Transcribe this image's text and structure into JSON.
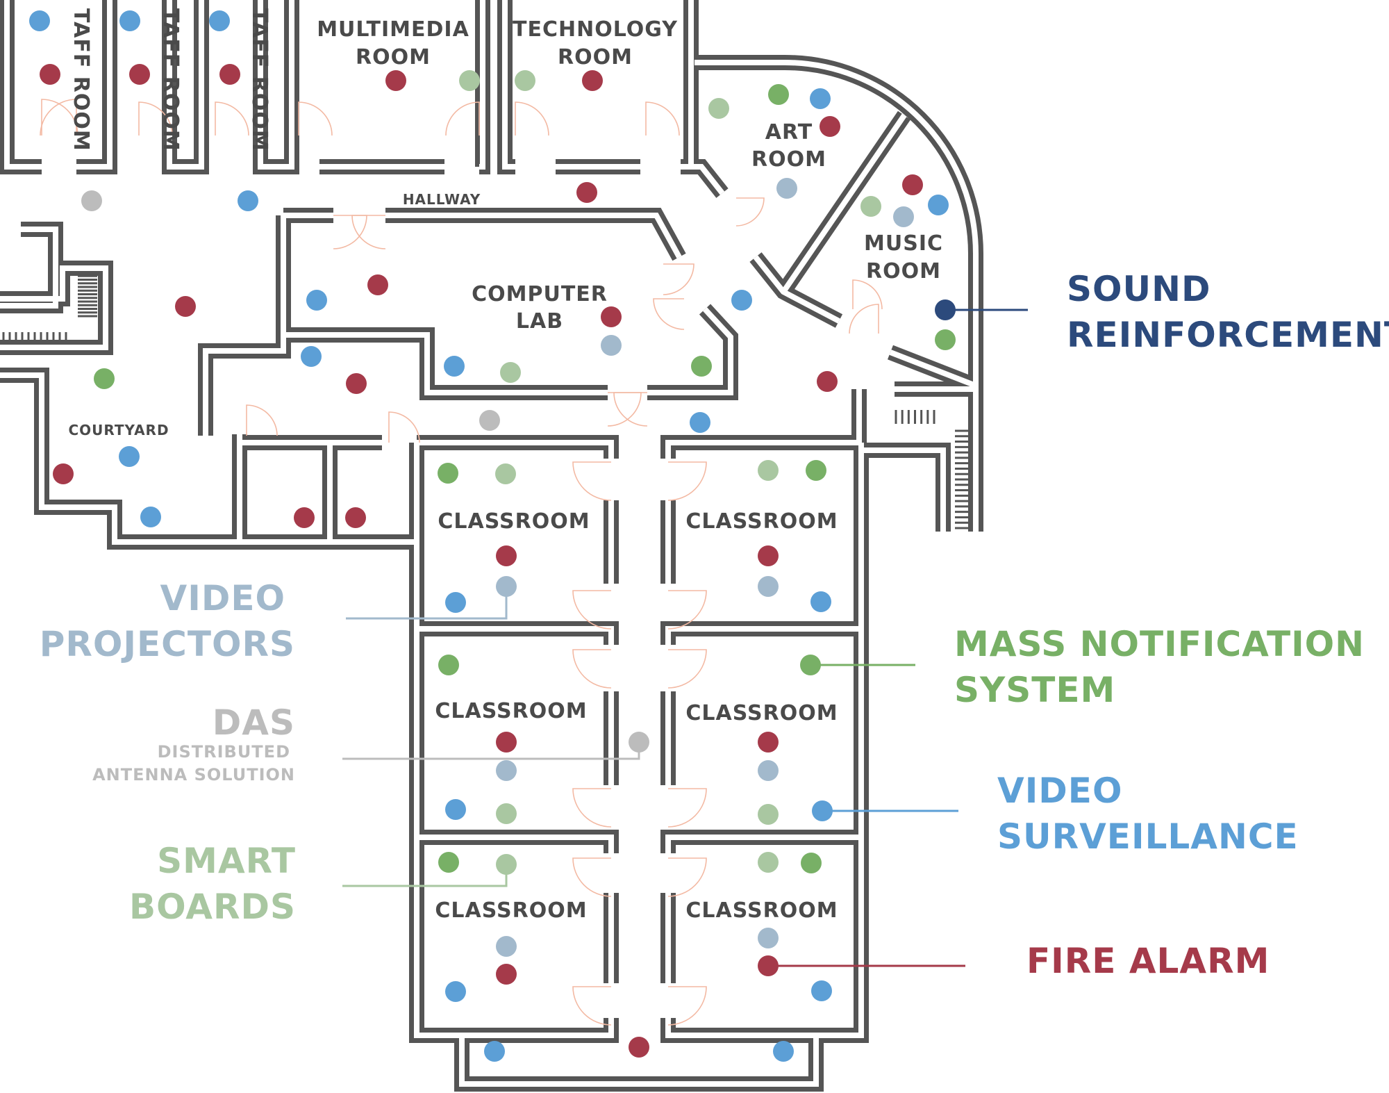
{
  "colors": {
    "fire_alarm": "#a53a4a",
    "video_surveillance": "#5c9fd6",
    "mass_notification": "#78b066",
    "smart_boards": "#a9c7a1",
    "video_projectors": "#a2b9cc",
    "das": "#bcbcbc",
    "sound_reinforcement": "#2c4a7c",
    "walls": "#555555"
  },
  "rooms": {
    "staff_room": "TAFF ROOM",
    "multimedia_1": "MULTIMEDIA",
    "multimedia_2": "ROOM",
    "technology_1": "TECHNOLOGY",
    "technology_2": "ROOM",
    "art_1": "ART",
    "art_2": "ROOM",
    "music_1": "MUSIC",
    "music_2": "ROOM",
    "computer_1": "COMPUTER",
    "computer_2": "LAB",
    "hallway": "HALLWAY",
    "courtyard": "COURTYARD",
    "classroom": "CLASSROOM"
  },
  "legend": {
    "sound_1": "SOUND",
    "sound_2": "REINFORCEMENT",
    "projectors_1": "VIDEO",
    "projectors_2": "PROJECTORS",
    "das_1": "DAS",
    "das_2": "DISTRIBUTED",
    "das_3": "ANTENNA SOLUTION",
    "smart_1": "SMART",
    "smart_2": "BOARDS",
    "mass_1": "MASS NOTIFICATION",
    "mass_2": "SYSTEM",
    "surv_1": "VIDEO",
    "surv_2": "SURVEILLANCE",
    "fire_1": "FIRE ALARM"
  },
  "devices": [
    {
      "type": "video_surveillance",
      "room": "staff room 1"
    },
    {
      "type": "fire_alarm",
      "room": "staff room 1"
    },
    {
      "type": "video_surveillance",
      "room": "staff room 2"
    },
    {
      "type": "fire_alarm",
      "room": "staff room 2"
    },
    {
      "type": "video_surveillance",
      "room": "staff room 3"
    },
    {
      "type": "fire_alarm",
      "room": "staff room 3"
    },
    {
      "type": "fire_alarm",
      "room": "multimedia room"
    },
    {
      "type": "smart_boards",
      "room": "multimedia room"
    },
    {
      "type": "smart_boards",
      "room": "technology room"
    },
    {
      "type": "fire_alarm",
      "room": "technology room"
    },
    {
      "type": "das",
      "room": "hallway"
    },
    {
      "type": "video_surveillance",
      "room": "hallway"
    },
    {
      "type": "fire_alarm",
      "room": "hallway"
    },
    {
      "type": "smart_boards",
      "room": "art room"
    },
    {
      "type": "mass_notification",
      "room": "art room"
    },
    {
      "type": "video_surveillance",
      "room": "art room"
    },
    {
      "type": "fire_alarm",
      "room": "art room"
    },
    {
      "type": "video_projectors",
      "room": "art room"
    },
    {
      "type": "fire_alarm",
      "room": "music room"
    },
    {
      "type": "video_surveillance",
      "room": "music room"
    },
    {
      "type": "smart_boards",
      "room": "music room"
    },
    {
      "type": "video_projectors",
      "room": "music room"
    },
    {
      "type": "sound_reinforcement",
      "room": "music room"
    },
    {
      "type": "mass_notification",
      "room": "music room"
    },
    {
      "type": "video_surveillance",
      "room": "computer lab"
    },
    {
      "type": "fire_alarm",
      "room": "computer lab"
    },
    {
      "type": "fire_alarm",
      "room": "computer lab"
    },
    {
      "type": "video_projectors",
      "room": "computer lab"
    },
    {
      "type": "video_surveillance",
      "room": "computer lab"
    },
    {
      "type": "smart_boards",
      "room": "computer lab"
    },
    {
      "type": "mass_notification",
      "room": "computer lab"
    },
    {
      "type": "video_surveillance",
      "room": "hallway"
    },
    {
      "type": "fire_alarm",
      "room": "hallway"
    },
    {
      "type": "fire_alarm",
      "room": "courtyard"
    },
    {
      "type": "mass_notification",
      "room": "courtyard"
    },
    {
      "type": "video_surveillance",
      "room": "courtyard"
    },
    {
      "type": "fire_alarm",
      "room": "courtyard"
    },
    {
      "type": "video_surveillance",
      "room": "courtyard"
    },
    {
      "type": "video_surveillance",
      "room": "corridor"
    },
    {
      "type": "fire_alarm",
      "room": "corridor"
    },
    {
      "type": "das",
      "room": "corridor"
    },
    {
      "type": "video_surveillance",
      "room": "corridor"
    },
    {
      "type": "fire_alarm",
      "room": "small room"
    },
    {
      "type": "fire_alarm",
      "room": "small room"
    },
    {
      "type": "mass_notification",
      "room": "classroom 1"
    },
    {
      "type": "smart_boards",
      "room": "classroom 1"
    },
    {
      "type": "fire_alarm",
      "room": "classroom 1"
    },
    {
      "type": "video_projectors",
      "room": "classroom 1"
    },
    {
      "type": "video_surveillance",
      "room": "classroom 1"
    },
    {
      "type": "smart_boards",
      "room": "classroom 2"
    },
    {
      "type": "mass_notification",
      "room": "classroom 2"
    },
    {
      "type": "fire_alarm",
      "room": "classroom 2"
    },
    {
      "type": "video_projectors",
      "room": "classroom 2"
    },
    {
      "type": "video_surveillance",
      "room": "classroom 2"
    },
    {
      "type": "mass_notification",
      "room": "classroom 3"
    },
    {
      "type": "fire_alarm",
      "room": "classroom 3"
    },
    {
      "type": "video_projectors",
      "room": "classroom 3"
    },
    {
      "type": "video_surveillance",
      "room": "classroom 3"
    },
    {
      "type": "smart_boards",
      "room": "classroom 3"
    },
    {
      "type": "mass_notification",
      "room": "classroom 4"
    },
    {
      "type": "fire_alarm",
      "room": "classroom 4"
    },
    {
      "type": "video_projectors",
      "room": "classroom 4"
    },
    {
      "type": "smart_boards",
      "room": "classroom 4"
    },
    {
      "type": "video_surveillance",
      "room": "classroom 4"
    },
    {
      "type": "das",
      "room": "central corridor"
    },
    {
      "type": "mass_notification",
      "room": "classroom 5"
    },
    {
      "type": "smart_boards",
      "room": "classroom 5"
    },
    {
      "type": "video_projectors",
      "room": "classroom 5"
    },
    {
      "type": "fire_alarm",
      "room": "classroom 5"
    },
    {
      "type": "video_surveillance",
      "room": "classroom 5"
    },
    {
      "type": "smart_boards",
      "room": "classroom 6"
    },
    {
      "type": "mass_notification",
      "room": "classroom 6"
    },
    {
      "type": "video_projectors",
      "room": "classroom 6"
    },
    {
      "type": "fire_alarm",
      "room": "classroom 6"
    },
    {
      "type": "video_surveillance",
      "room": "classroom 6"
    },
    {
      "type": "video_surveillance",
      "room": "south room"
    },
    {
      "type": "fire_alarm",
      "room": "south room"
    },
    {
      "type": "video_surveillance",
      "room": "south room"
    }
  ]
}
